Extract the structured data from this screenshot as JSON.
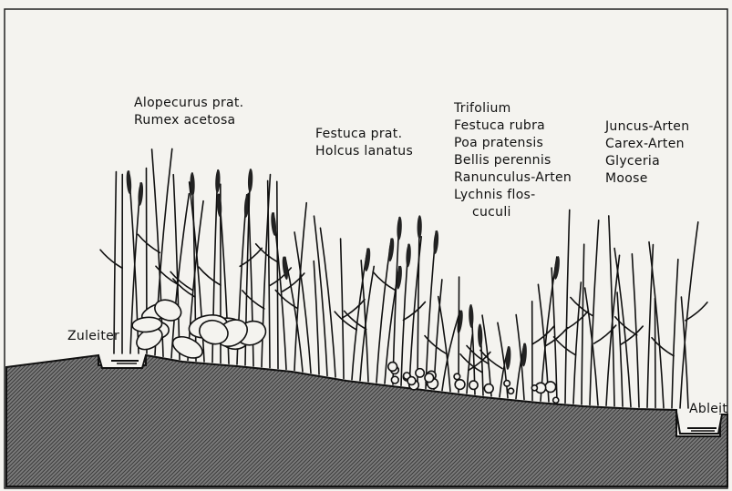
{
  "labels": {
    "group1": [
      "Alopecurus prat.",
      "Rumex acetosa"
    ],
    "group2": [
      "Festuca prat.",
      "Holcus lanatus"
    ],
    "group3": [
      "Trifolium",
      "Festuca rubra",
      "Poa pratensis",
      "Bellis perennis",
      "Ranunculus-Arten",
      "Lychnis flos-",
      "cuculi"
    ],
    "group4": [
      "Juncus-Arten",
      "Carex-Arten",
      "Glyceria",
      "Moose"
    ],
    "inlet": "Zuleiter",
    "outlet": "Ableit"
  },
  "colors": {
    "background": "#f4f3ef",
    "ink": "#111111",
    "ground_hatch": "#333333"
  }
}
